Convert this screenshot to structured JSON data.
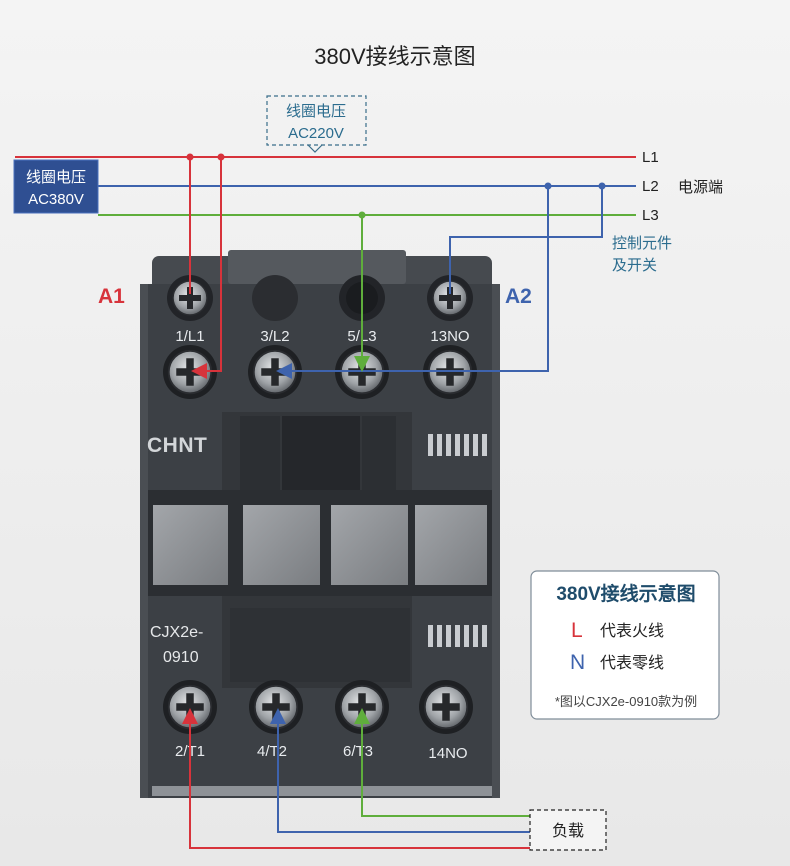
{
  "title": "380V接线示意图",
  "coil_220": {
    "line1": "线圈电压",
    "line2": "AC220V"
  },
  "coil_380": {
    "line1": "线圈电压",
    "line2": "AC380V"
  },
  "lines": {
    "l1": "L1",
    "l2": "L2",
    "l3": "L3",
    "source": "电源端"
  },
  "control": {
    "line1": "控制元件",
    "line2": "及开关"
  },
  "coil_terminals": {
    "a1": "A1",
    "a2": "A2"
  },
  "top_terminals": [
    "1/L1",
    "3/L2",
    "5/L3",
    "13NO"
  ],
  "brand": "CHNT",
  "model": {
    "line1": "CJX2e-",
    "line2": "0910"
  },
  "bottom_terminals": [
    "2/T1",
    "4/T2",
    "6/T3",
    "14NO"
  ],
  "load": "负载",
  "legend": {
    "title": "380V接线示意图",
    "l_symbol": "L",
    "l_text": "代表火线",
    "n_symbol": "N",
    "n_text": "代表零线",
    "note": "*图以CJX2e-0910款为例"
  },
  "colors": {
    "live": "#d7333b",
    "neutral": "#3e63ad",
    "phase3": "#5fae3c",
    "body": "#3c4045",
    "accent": "#2b6c8e"
  }
}
